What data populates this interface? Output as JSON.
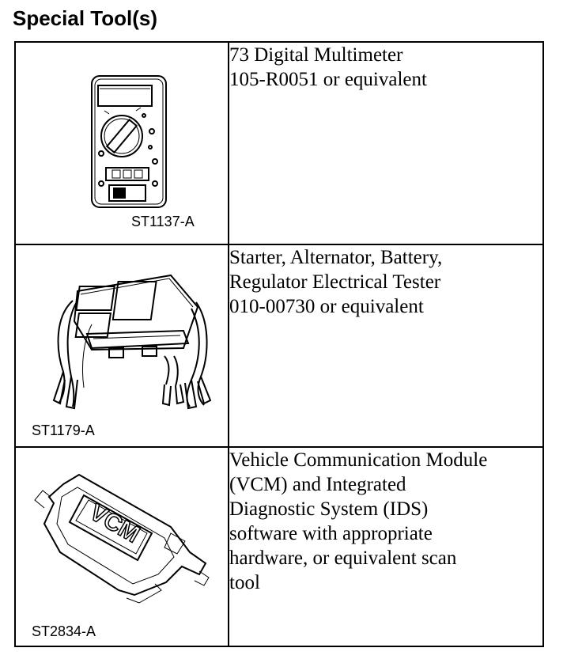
{
  "heading": "Special Tool(s)",
  "tools": [
    {
      "code": "ST1137-A",
      "icon": "digital-multimeter-icon",
      "description": "73 Digital Multimeter\n105-R0051 or equivalent"
    },
    {
      "code": "ST1179-A",
      "icon": "electrical-tester-icon",
      "description": "Starter, Alternator, Battery,\nRegulator Electrical Tester\n010-00730 or equivalent"
    },
    {
      "code": "ST2834-A",
      "icon": "vcm-module-icon",
      "description": "Vehicle Communication Module\n(VCM) and Integrated\nDiagnostic System (IDS)\nsoftware with appropriate\nhardware, or equivalent scan\ntool",
      "device_label": "VCM"
    }
  ]
}
